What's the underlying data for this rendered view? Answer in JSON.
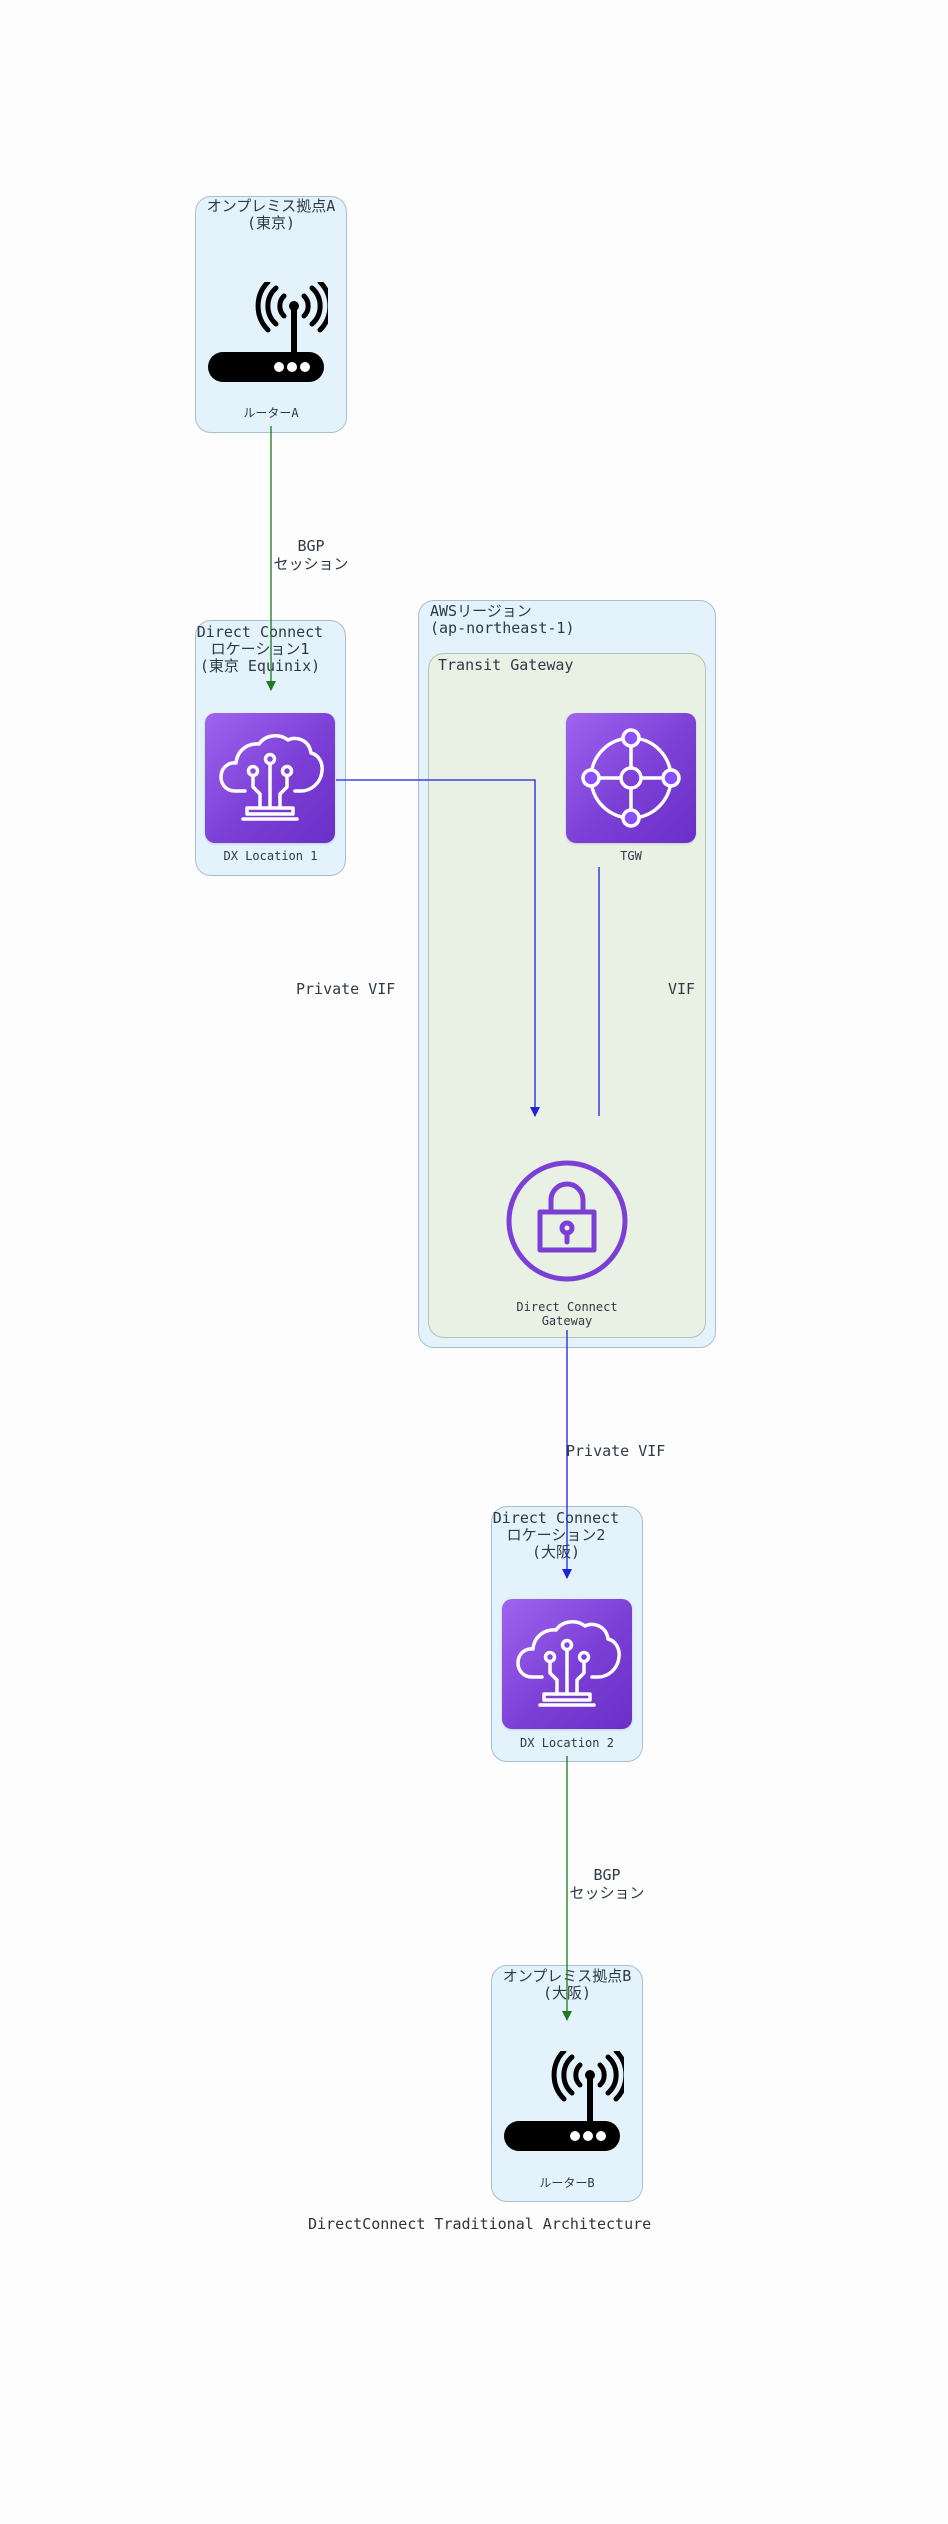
{
  "diagram_title": "DirectConnect Traditional Architecture",
  "clusters": {
    "onprem_a": "オンプレミス拠点A\n(東京)",
    "dx_loc1": "Direct Connect\nロケーション1\n(東京 Equinix)",
    "aws_region": "AWSリージョン\n(ap-northeast-1)",
    "transit_gateway": "Transit Gateway",
    "dx_loc2": "Direct Connect\nロケーション2\n(大阪)",
    "onprem_b": "オンプレミス拠点B\n(大阪)"
  },
  "nodes": {
    "router_a": "ルーターA",
    "dx_location_1": "DX Location 1",
    "tgw": "TGW",
    "dx_gateway": "Direct Connect\nGateway",
    "dx_location_2": "DX Location 2",
    "router_b": "ルーターB"
  },
  "edges": {
    "bgp_a": "BGP\nセッション",
    "private_vif_1": "Private VIF",
    "vif_tgw": "VIF",
    "private_vif_2": "Private VIF",
    "bgp_b": "BGP\nセッション"
  },
  "colors": {
    "bgp_edge": "#1d7a1d",
    "vif_edge": "#2020e0",
    "cluster_fill": "#e3f2fb",
    "tgw_cluster_fill": "#e9f0e4",
    "tile_purple": "#8c4fff"
  },
  "icons": {
    "router": "router-wifi-icon",
    "dx_location": "cloud-circuit-icon",
    "tgw": "transit-gateway-hub-icon",
    "dxgw": "lock-circle-icon"
  }
}
